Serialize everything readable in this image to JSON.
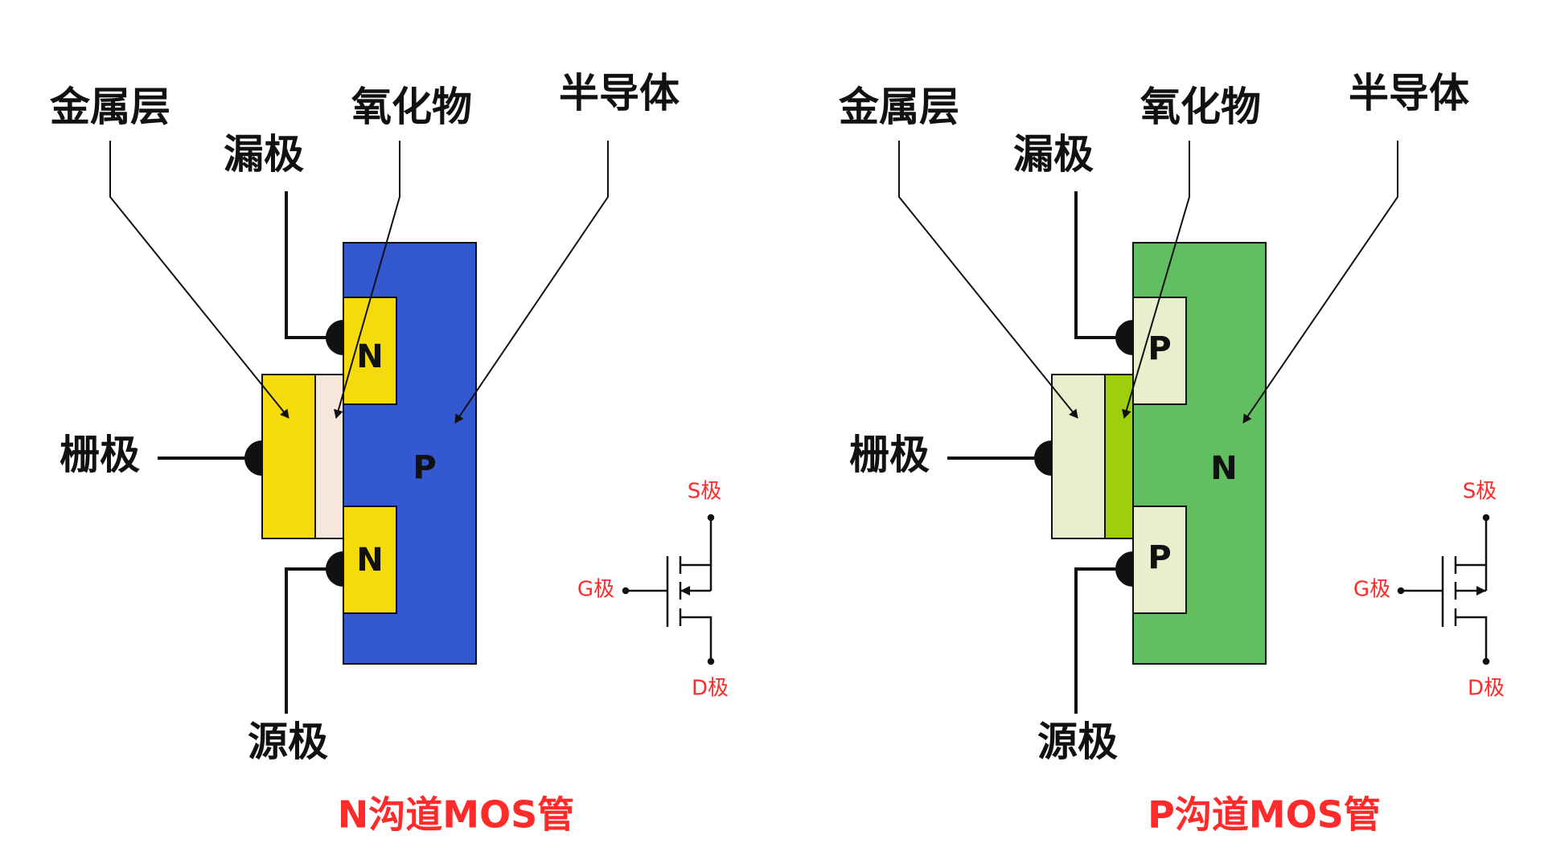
{
  "colors": {
    "caption": "#ff2a2a",
    "symbol_text": "#ff2a2a",
    "line": "#111111",
    "nmos": {
      "substrate": "#3358cf",
      "well": "#f5db0b",
      "metal": "#f5db0b",
      "oxide": "#f7e6dc"
    },
    "pmos": {
      "substrate": "#61bf61",
      "well": "#e8efcc",
      "metal": "#e8efcc",
      "oxide": "#9fce0d"
    }
  },
  "nmos": {
    "labels": {
      "metal": "金属层",
      "drain": "漏极",
      "oxide": "氧化物",
      "semiconductor": "半导体",
      "gate": "栅极",
      "source": "源极"
    },
    "regions": {
      "top_well": "N",
      "bottom_well": "N",
      "substrate": "P"
    },
    "symbol": {
      "s": "S极",
      "g": "G极",
      "d": "D极",
      "arrow": "inward"
    },
    "caption": "N沟道MOS管"
  },
  "pmos": {
    "labels": {
      "metal": "金属层",
      "drain": "漏极",
      "oxide": "氧化物",
      "semiconductor": "半导体",
      "gate": "栅极",
      "source": "源极"
    },
    "regions": {
      "top_well": "P",
      "bottom_well": "P",
      "substrate": "N"
    },
    "symbol": {
      "s": "S极",
      "g": "G极",
      "d": "D极",
      "arrow": "outward"
    },
    "caption": "P沟道MOS管"
  }
}
